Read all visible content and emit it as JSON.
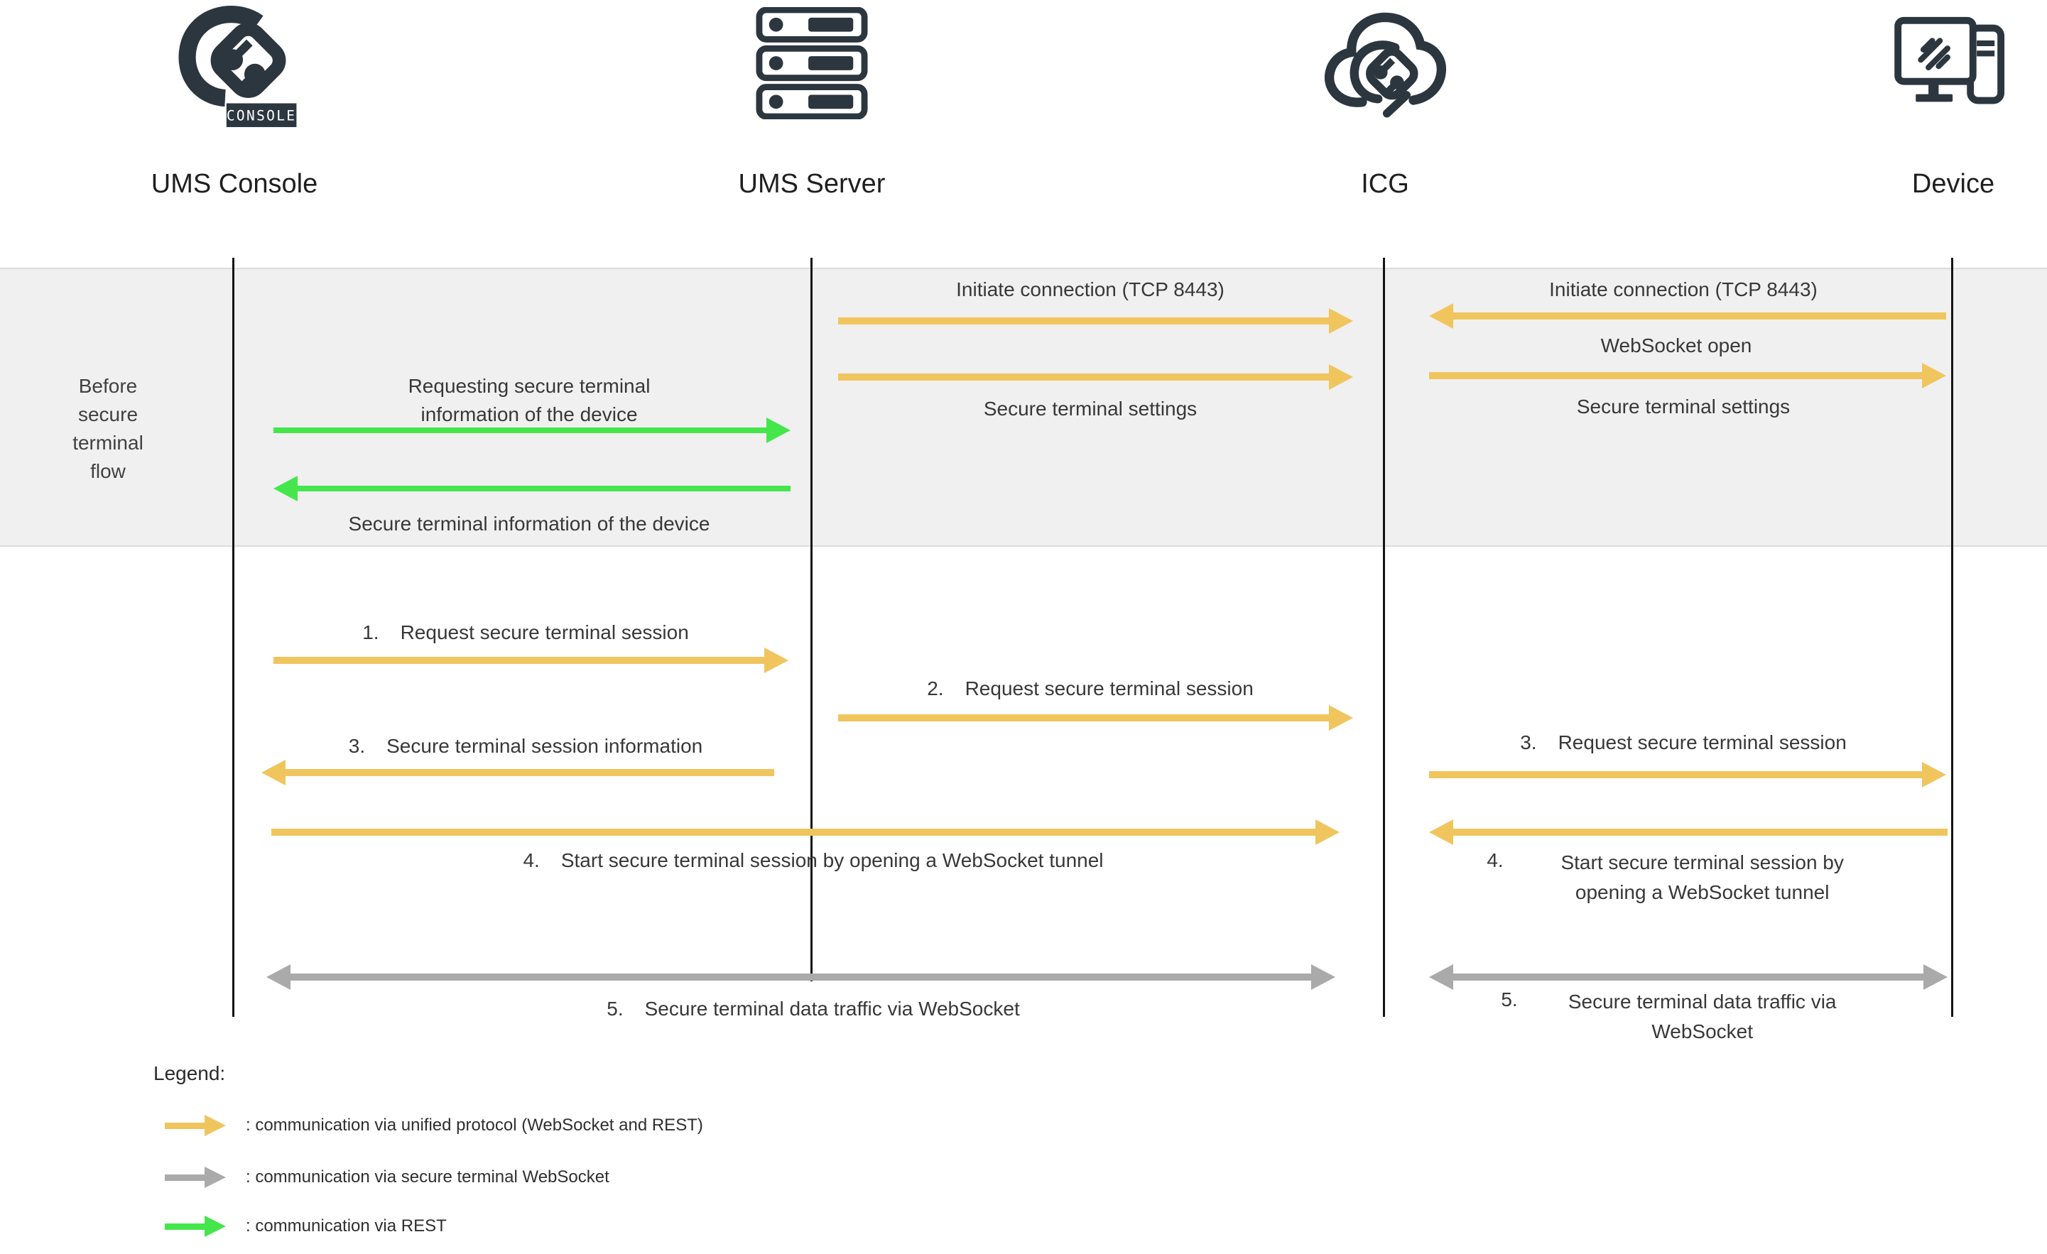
{
  "actors": [
    {
      "label": "UMS Console"
    },
    {
      "label": "UMS Server"
    },
    {
      "label": "ICG"
    },
    {
      "label": "Device"
    }
  ],
  "console_badge": "CONSOLE",
  "phase_band": {
    "label": "Before secure terminal flow"
  },
  "messages": {
    "request_info": "Requesting secure terminal information of the device",
    "info_response": "Secure terminal information of the device",
    "initiate_server_icg": "Initiate connection (TCP 8443)",
    "settings_server_icg": "Secure terminal settings",
    "initiate_device_icg": "Initiate connection (TCP 8443)",
    "websocket_open": "WebSocket open",
    "settings_icg_device": "Secure terminal settings"
  },
  "steps": {
    "s1": {
      "num": "1.",
      "text": "Request secure terminal session"
    },
    "s2": {
      "num": "2.",
      "text": "Request secure terminal session"
    },
    "s3_left": {
      "num": "3.",
      "text": "Secure terminal session information"
    },
    "s3_right": {
      "num": "3.",
      "text": "Request secure terminal session"
    },
    "s4_left": {
      "num": "4.",
      "text": "Start secure terminal session by opening a WebSocket tunnel"
    },
    "s4_right": {
      "num": "4.",
      "text": "Start secure terminal session by opening a WebSocket tunnel"
    },
    "s5_left": {
      "num": "5.",
      "text": "Secure terminal data traffic via WebSocket"
    },
    "s5_right": {
      "num": "5.",
      "text": "Secure terminal data traffic via WebSocket"
    }
  },
  "legend": {
    "title": "Legend:",
    "items": [
      {
        "color_key": "unified",
        "text": ": communication via unified protocol (WebSocket and REST)"
      },
      {
        "color_key": "secure_ws",
        "text": ": communication via secure terminal WebSocket"
      },
      {
        "color_key": "rest",
        "text": ": communication via REST"
      }
    ]
  },
  "colors": {
    "unified": "#F0C55E",
    "secure_ws": "#AAAAAA",
    "rest": "#45E64B",
    "icon_dark": "#2C363F",
    "band_bg": "#F0F0F0"
  }
}
